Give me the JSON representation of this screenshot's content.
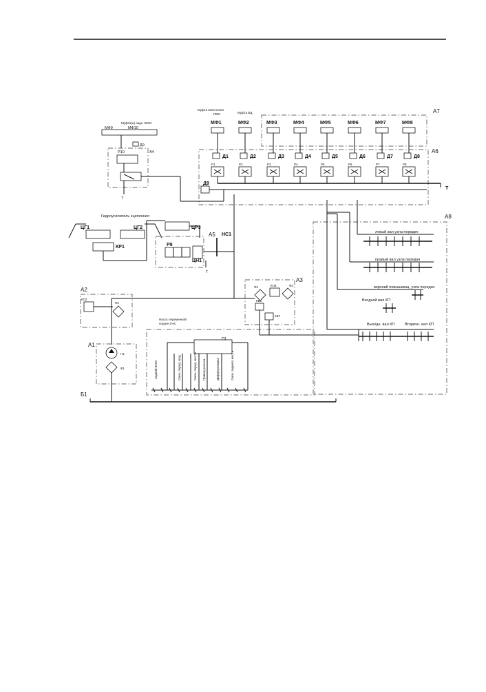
{
  "groups": {
    "a1": "А1",
    "a2": "А2",
    "a3": "А3",
    "a4": "А4",
    "a5": "А5",
    "a6": "А6",
    "a7": "А7",
    "a8": "А8",
    "b1": "Б1"
  },
  "top_labels": {
    "mufta_pvm": "Муфта включения",
    "mufta_pvm2": "ПВМ",
    "mufta_bd": "Муфта БД",
    "reverse_vom": "Муфта(ы) задн. ВОМ"
  },
  "clutches": [
    "МФ1",
    "МФ2",
    "МФ3",
    "МФ4",
    "МФ5",
    "МФ6",
    "МФ7",
    "МФ8"
  ],
  "sensors": [
    "Д1",
    "Д2",
    "Д3",
    "Д4",
    "Д5",
    "Д6",
    "Д7",
    "Д8"
  ],
  "valves": [
    "Р1",
    "Р2",
    "Р3",
    "Р4",
    "Р5",
    "Р6",
    "Р7",
    "Р8"
  ],
  "tank_mark": "Т",
  "a4_block": {
    "mf9": "МФ9",
    "mf10": "МФ10",
    "d9": "Д9",
    "r10": "Р10",
    "t": "Т"
  },
  "d9_bottom": "Д9",
  "steering": {
    "title": "Гидроусилитель сцепления",
    "cg1": "ЦГ1",
    "cg2": "ЦГ2",
    "kr1": "КР1",
    "cg3": "ЦР3",
    "r9": "Р9",
    "cn1": "ЦН1",
    "ns1": "НС1",
    "t": "Т"
  },
  "a2_block": {
    "kp2": "КП2",
    "f2": "Ф2"
  },
  "a3_block": {
    "f3": "Ф3",
    "kp3": "КП3",
    "f3b": "Ф3",
    "kv1": "КВ1",
    "kv7": "КВ7"
  },
  "a1_block": {
    "n1": "Н1",
    "f1": "Ф1"
  },
  "pump_note": [
    "Насос переменной",
    "подачи ГНС"
  ],
  "p1": "П1",
  "lube_points": [
    "Задний ВОМ",
    "Смаз. перед. мод.",
    "Смаз. перед. моста",
    "Привод насоса",
    "Дифференциал",
    "Смаз. заднего моста"
  ],
  "shafts": {
    "left": "левый вал узла передач",
    "right": "правый вал узла передач",
    "upper": "верхний повышающ. узла передач",
    "input": "Входной вал КП",
    "output": "Выходн. вал КП",
    "secondary": "Вторичн. вал КП"
  }
}
